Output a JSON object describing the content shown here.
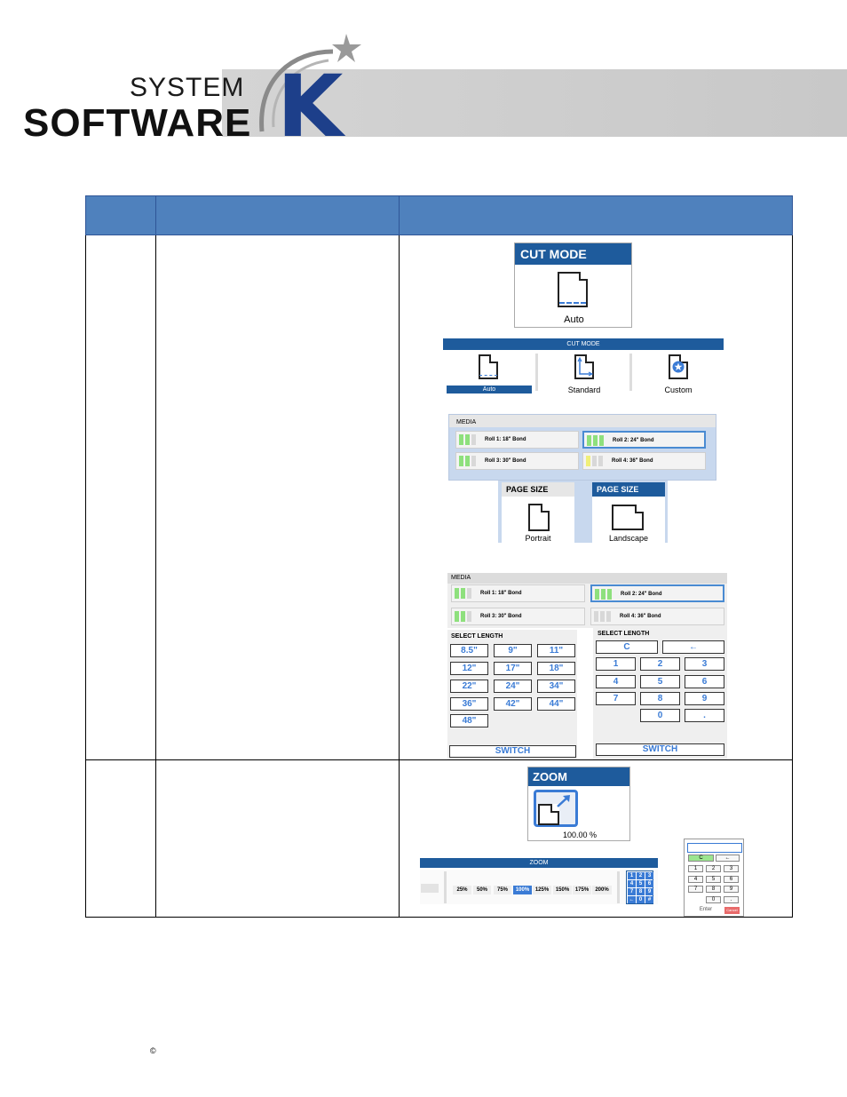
{
  "logo": {
    "system": "SYSTEM",
    "software": "SOFTWARE",
    "k": "K"
  },
  "cut_mode": {
    "title": "CUT MODE",
    "value": "Auto",
    "bar_title": "CUT MODE",
    "options": [
      "Auto",
      "Standard",
      "Custom"
    ]
  },
  "media_a": {
    "title": "MEDIA",
    "rolls": [
      "Roll 1: 18\" Bond",
      "Roll 2: 24\" Bond",
      "Roll 3: 30\" Bond",
      "Roll 4: 36\" Bond"
    ]
  },
  "page_size": {
    "title": "PAGE SIZE",
    "options": [
      "Portrait",
      "Landscape"
    ]
  },
  "media_b": {
    "title": "MEDIA",
    "rolls": [
      "Roll 1: 18\" Bond",
      "Roll 2: 24\" Bond",
      "Roll 3: 30\" Bond",
      "Roll 4: 36\" Bond"
    ]
  },
  "select_length": {
    "title": "SELECT LENGTH",
    "presets": [
      "8.5\"",
      "9\"",
      "11\"",
      "12\"",
      "17\"",
      "18\"",
      "22\"",
      "24\"",
      "34\"",
      "36\"",
      "42\"",
      "44\"",
      "48\""
    ],
    "switch": "SWITCH",
    "keypad": [
      "C",
      "←",
      "1",
      "2",
      "3",
      "4",
      "5",
      "6",
      "7",
      "8",
      "9",
      "0",
      "."
    ]
  },
  "zoom": {
    "title": "ZOOM",
    "value": "100.00 %",
    "bar_title": "ZOOM",
    "levels": [
      "25%",
      "50%",
      "75%",
      "100%",
      "125%",
      "150%",
      "175%",
      "200%"
    ],
    "selected": "100%",
    "pad_digits": [
      "1",
      "2",
      "3",
      "4",
      "5",
      "6",
      "7",
      "8",
      "9",
      "←",
      "0",
      "#"
    ],
    "popup_keys": [
      "C",
      "←",
      "1",
      "2",
      "3",
      "4",
      "5",
      "6",
      "7",
      "8",
      "9",
      "0",
      "."
    ],
    "enter": "Enter",
    "cancel": "Cancel"
  },
  "footer": {
    "copyright": "©"
  },
  "colors": {
    "header_blue": "#4f81bd",
    "tile_blue": "#1e5b9c",
    "accent": "#3a7bd5",
    "roll_green": "#8ee07d"
  }
}
